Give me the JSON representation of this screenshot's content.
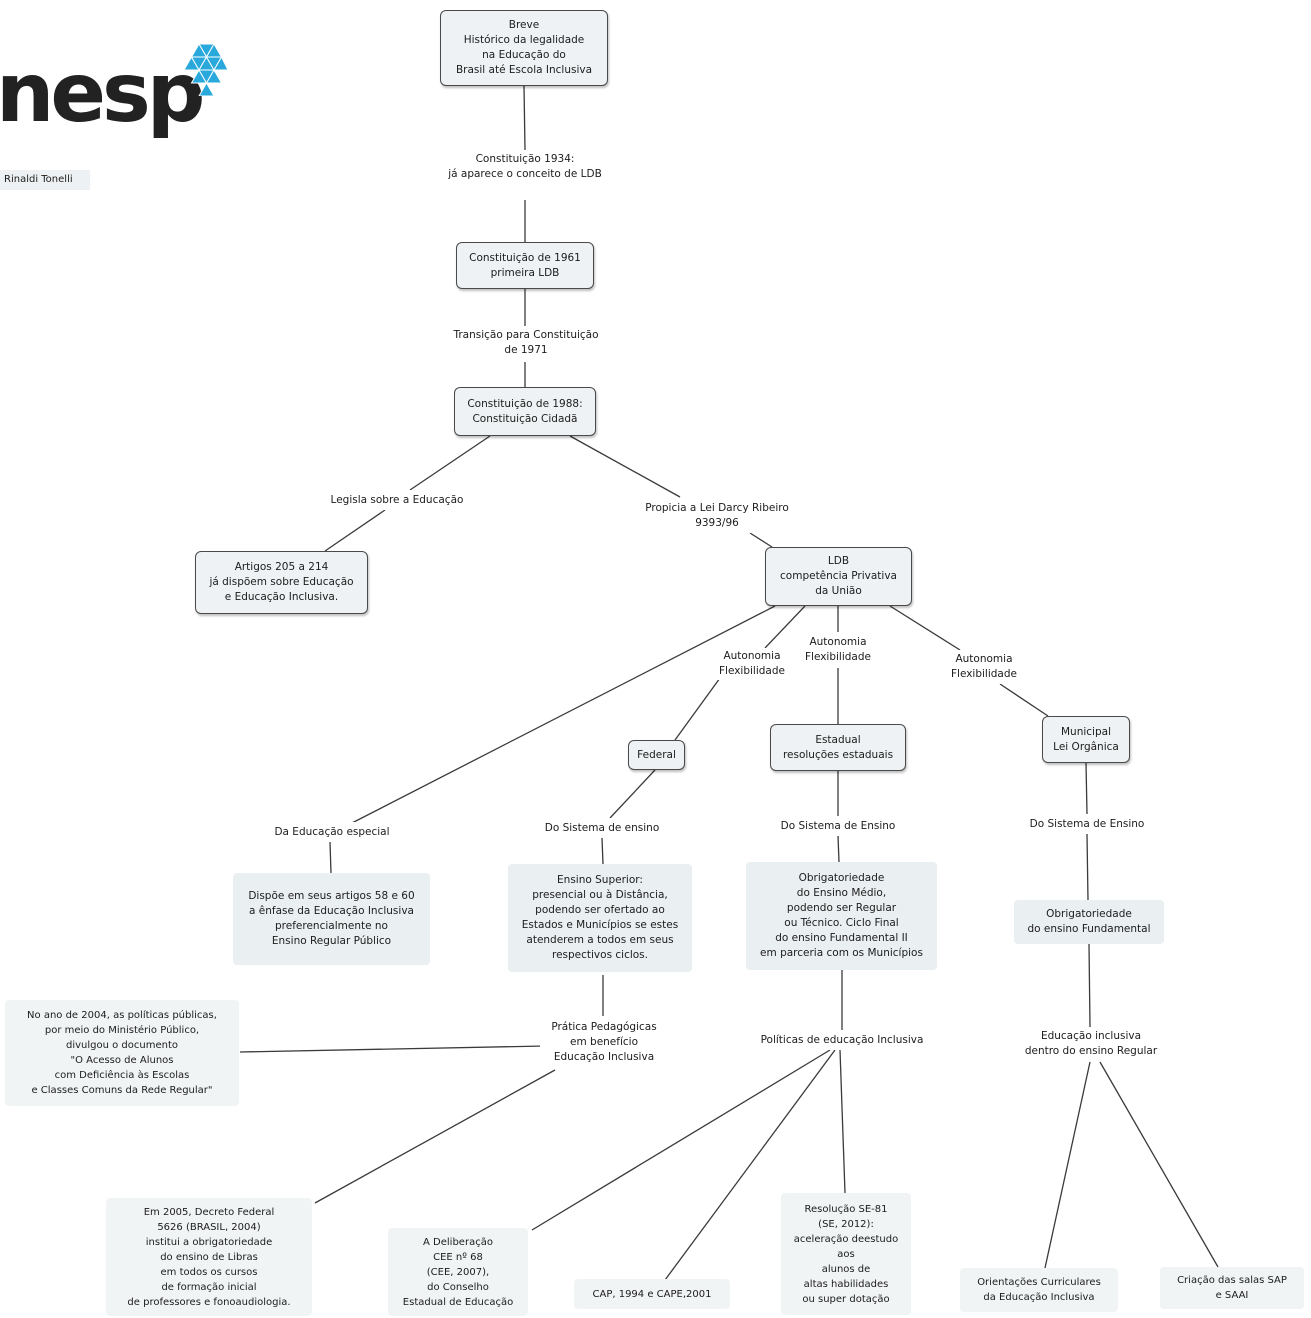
{
  "logo": {
    "text": "nesp",
    "mark_color": "#29a8dc"
  },
  "author": "Rinaldi Tonelli",
  "nodes": {
    "breve": "Breve\nHistórico da legalidade\nna Educação do\nBrasil até Escola Inclusiva",
    "c1934": "Constituição 1934:\njá aparece o conceito de LDB",
    "c1961": "Constituição de 1961\nprimeira LDB",
    "trans1971": "Transição para Constituição\nde 1971",
    "c1988": "Constituição de 1988:\nConstituição Cidadã",
    "legisla": "Legisla sobre a Educação",
    "propicia": "Propicia a Lei Darcy Ribeiro\n9393/96",
    "artigos": "Artigos 205 a 214\njá dispõem sobre Educação\ne Educação Inclusiva.",
    "ldb": "LDB\ncompetência Privativa\nda União",
    "auto1": "Autonomia\nFlexibilidade",
    "auto2": "Autonomia\nFlexibilidade",
    "auto3": "Autonomia\nFlexibilidade",
    "federal": "Federal",
    "estadual": "Estadual\nresoluções estaduais",
    "municipal": "Municipal\nLei Orgânica",
    "educesp": "Da Educação especial",
    "sis1": "Do Sistema de ensino",
    "sis2": "Do Sistema de Ensino",
    "sis3": "Do Sistema de Ensino",
    "dispoe": "Dispõe em seus artigos 58 e 60\na ênfase da Educação Inclusiva\npreferencialmente no\nEnsino Regular Público",
    "superior": "Ensino Superior:\npresencial ou à Distância,\npodendo ser ofertado ao\nEstados e Municípios se estes\natenderem a todos em seus\nrespectivos ciclos.",
    "medio": "Obrigatoriedade\ndo Ensino Médio,\npodendo ser Regular\nou Técnico. Ciclo Final\ndo ensino Fundamental II\nem parceria com os Municípios",
    "fundamental": "Obrigatoriedade\ndo ensino Fundamental",
    "ano2004": "No ano de 2004, as políticas públicas,\npor meio do Ministério Público,\ndivulgou o documento\n\"O Acesso de Alunos\ncom Deficiência às Escolas\ne Classes Comuns da Rede Regular\"",
    "pratica": "Prática Pedagógicas\nem benefício\nEducação Inclusiva",
    "politicas": "Políticas de educação Inclusiva",
    "educinc": "Educação inclusiva\ndentro do ensino Regular",
    "dec2005": "Em 2005, Decreto Federal\n5626 (BRASIL, 2004)\ninstitui a obrigatoriedade\ndo ensino de Libras\nem todos os cursos\nde formação inicial\nde professores e fonoaudiologia.",
    "delib": "A Deliberação\nCEE nº 68\n(CEE, 2007),\ndo Conselho\nEstadual de Educação",
    "cap": "CAP, 1994 e CAPE,2001",
    "resol": "Resolução SE-81\n(SE, 2012):\naceleração deestudo\naos\nalunos de\naltas habilidades\nou super dotação",
    "orient": "Orientações Curriculares\nda Educação Inclusiva",
    "criacao": "Criação das salas SAP\ne SAAI"
  }
}
